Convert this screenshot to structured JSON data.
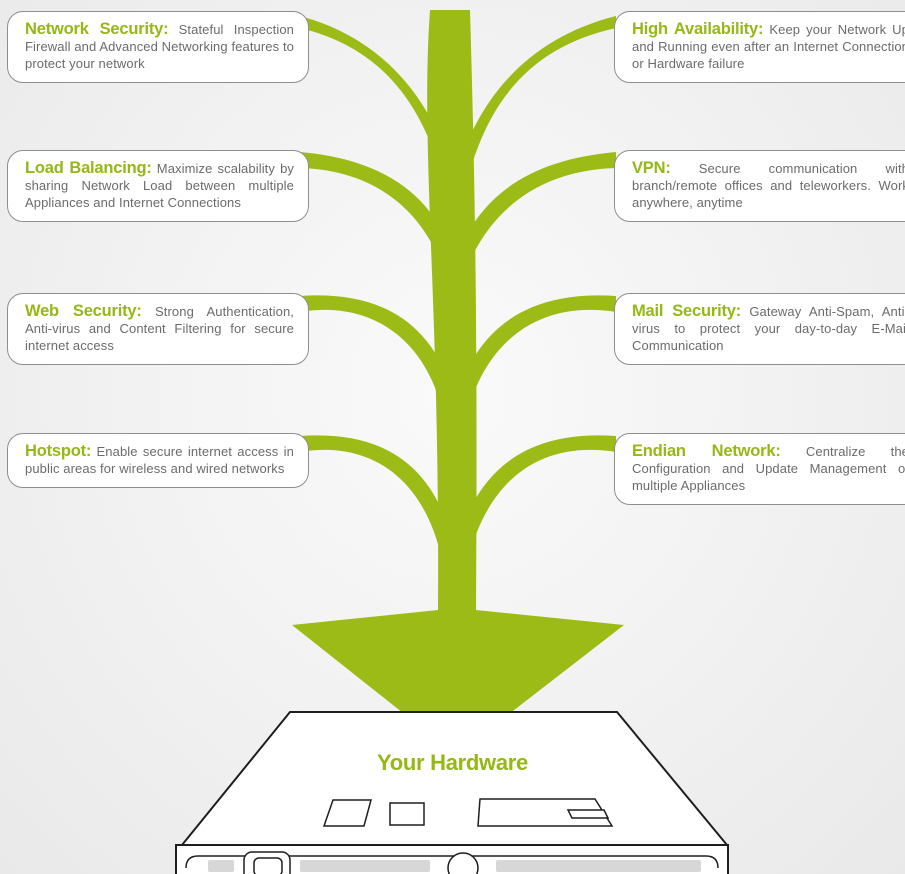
{
  "colors": {
    "accent": "#95b814",
    "text": "#6b6b6b",
    "border": "#8e8e8e"
  },
  "features_left": [
    {
      "title": "Network Security:",
      "text": "Stateful Inspection Firewall and Advanced Networking features to protect your network"
    },
    {
      "title": "Load Balancing:",
      "text": "Maximize scalability by sharing Network Load between multiple Appliances and Internet Connections"
    },
    {
      "title": "Web Security:",
      "text": "Strong Authentication, Anti-virus and Content Filtering for secure internet access"
    },
    {
      "title": "Hotspot:",
      "text": "Enable secure internet access in public areas for wireless and wired networks"
    }
  ],
  "features_right": [
    {
      "title": "High Availability:",
      "text": "Keep your Network Up and Running even after an Internet Connection or Hardware failure"
    },
    {
      "title": "VPN:",
      "text": "Secure communication with branch/remote offices and teleworkers. Work anywhere, anytime"
    },
    {
      "title": "Mail Security:",
      "text": "Gateway Anti-Spam, Anti-virus to protect your day-to-day E-Mail Communication"
    },
    {
      "title": "Endian Network:",
      "text": "Centralize the Configuration and Update Management of multiple Appliances"
    }
  ],
  "hardware": {
    "label": "Your Hardware"
  },
  "icons": {
    "tree": "branching-arrow-icon",
    "server": "server-appliance-icon"
  }
}
